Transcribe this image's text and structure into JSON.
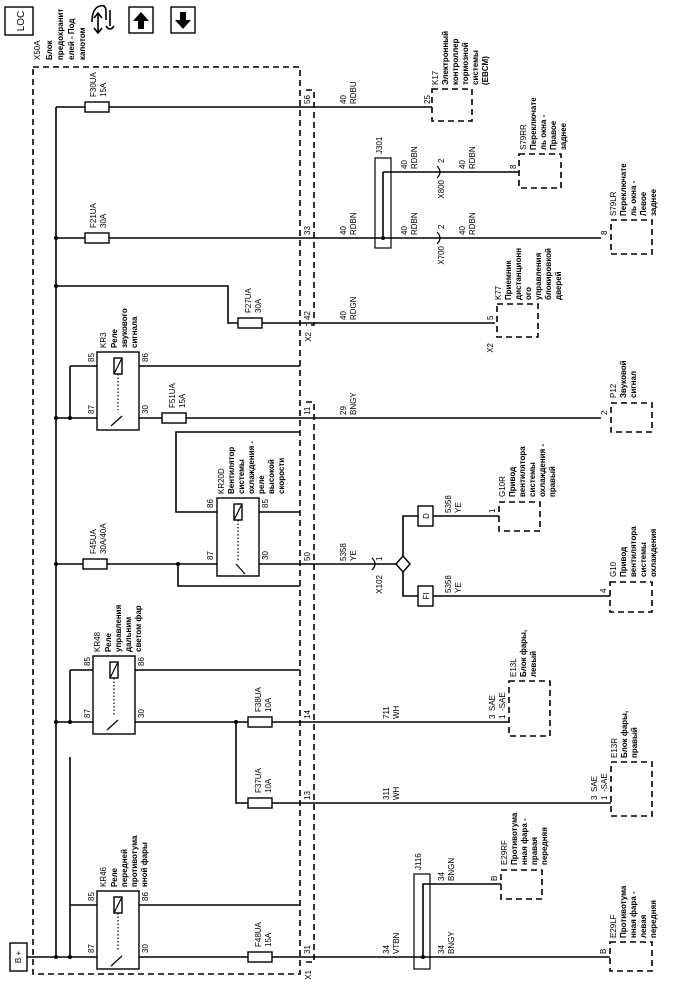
{
  "toolbar": {
    "loc_label": "LOC",
    "buttons": [
      {
        "name": "connector-view",
        "icon": "connector-arrows-icon"
      },
      {
        "name": "page-up",
        "icon": "arrow-up-icon"
      },
      {
        "name": "page-down",
        "icon": "arrow-down-icon"
      }
    ]
  },
  "fuse_block": {
    "id": "X50A",
    "title_lines": [
      "Блок",
      "предохранит",
      "елей - Под",
      "капотом"
    ],
    "connectors": {
      "x1": "X1",
      "x2": "X2"
    },
    "battery": "B +"
  },
  "fuses": [
    {
      "id": "F30UA",
      "rating": "15A"
    },
    {
      "id": "F21UA",
      "rating": "30A"
    },
    {
      "id": "F27UA",
      "rating": "30A"
    },
    {
      "id": "F51UA",
      "rating": "15A"
    },
    {
      "id": "F45UA",
      "rating": "30A/40A"
    },
    {
      "id": "F38UA",
      "rating": "10A"
    },
    {
      "id": "F37UA",
      "rating": "10A"
    },
    {
      "id": "F48UA",
      "rating": "15A"
    }
  ],
  "relays": [
    {
      "id": "KR3",
      "title_lines": [
        "Реле",
        "звукового",
        "сигнала"
      ],
      "pins": {
        "p85": "85",
        "p86": "86",
        "p87": "87",
        "p30": "30"
      }
    },
    {
      "id": "KR20D",
      "title_lines": [
        "Вентилятор",
        "системы",
        "охлаждения -",
        "реле",
        "высокой",
        "скорости"
      ],
      "pins": {
        "p85": "85",
        "p86": "86",
        "p87": "87",
        "p30": "30"
      }
    },
    {
      "id": "KR48",
      "title_lines": [
        "Реле",
        "управления",
        "дальним",
        "светом фар"
      ],
      "pins": {
        "p85": "85",
        "p86": "86",
        "p87": "87",
        "p30": "30"
      }
    },
    {
      "id": "KR46",
      "title_lines": [
        "Реле",
        "передней",
        "противотума",
        "нной фары"
      ],
      "pins": {
        "p85": "85",
        "p86": "86",
        "p87": "87",
        "p30": "30"
      }
    }
  ],
  "pins_block": [
    "56",
    "33",
    "42",
    "11",
    "50",
    "14",
    "13",
    "31"
  ],
  "wires": [
    {
      "gauge": "40",
      "color": "RDBU"
    },
    {
      "gauge": "40",
      "color": "RDBN"
    },
    {
      "gauge": "40",
      "color": "RDGN"
    },
    {
      "gauge": "29",
      "color": "BNGY"
    },
    {
      "gauge": "5358",
      "color": "YE"
    },
    {
      "gauge": "711",
      "color": "WH"
    },
    {
      "gauge": "311",
      "color": "WH"
    },
    {
      "gauge": "34",
      "color": "VTBN"
    }
  ],
  "splices": {
    "j301": {
      "id": "J301",
      "w_in": {
        "gauge": "40",
        "color": "RDBN"
      },
      "w_upper": {
        "gauge": "40",
        "color": "RDBN"
      },
      "w_lower": {
        "gauge": "40",
        "color": "RDBN"
      }
    },
    "j116": {
      "id": "J116",
      "w_upper": {
        "gauge": "34",
        "color": "BNGN"
      },
      "w_lower": {
        "gauge": "34",
        "color": "BNGY"
      }
    }
  },
  "inline_connectors": {
    "x800": {
      "id": "X800",
      "pin": "2",
      "wire": {
        "gauge": "40",
        "color": "RDBN"
      }
    },
    "x700": {
      "id": "X700",
      "pin": "2",
      "wire": {
        "gauge": "40",
        "color": "RDBN"
      }
    },
    "x102": {
      "id": "X102",
      "pin": "1"
    }
  },
  "options": {
    "d": {
      "label": "D",
      "wire": {
        "gauge": "5358",
        "color": "YE"
      }
    },
    "fi": {
      "label": "FI",
      "wire": {
        "gauge": "5358",
        "color": "YE"
      }
    }
  },
  "components": [
    {
      "id": "K17",
      "pin": "25",
      "title_lines": [
        "Электронный",
        "контроллер",
        "тормозной",
        "системы",
        "(EBCM)"
      ]
    },
    {
      "id": "S79RR",
      "pin": "8",
      "title_lines": [
        "Переключате",
        "ль окна -",
        "Правое",
        "заднее"
      ]
    },
    {
      "id": "S79LR",
      "pin": "8",
      "title_lines": [
        "Переключате",
        "ль окна -",
        "Левое",
        "заднее"
      ]
    },
    {
      "id": "K77",
      "pin": "5",
      "conn": "X2",
      "title_lines": [
        "Приемник",
        "дистанционн",
        "ого",
        "управления",
        "блокировкой",
        "дверей"
      ]
    },
    {
      "id": "P12",
      "pin": "2",
      "title_lines": [
        "Звуковой",
        "сигнал"
      ]
    },
    {
      "id": "G10R",
      "pin": "1",
      "title_lines": [
        "Привод",
        "вентилятора",
        "системы",
        "охлаждения -",
        "правый"
      ]
    },
    {
      "id": "G10",
      "pin": "4",
      "title_lines": [
        "Привод",
        "вентилятора",
        "системы",
        "охлаждения"
      ]
    },
    {
      "id": "E13L",
      "pin_a": "3",
      "pin_a_lbl": "SAE",
      "pin_b": "1",
      "pin_b_lbl": "-SAE",
      "title_lines": [
        "Блок фары,",
        "левый"
      ]
    },
    {
      "id": "E13R",
      "pin_a": "3",
      "pin_a_lbl": "SAE",
      "pin_b": "1",
      "pin_b_lbl": "-SAE",
      "title_lines": [
        "Блок фары,",
        "правый"
      ]
    },
    {
      "id": "E29RF",
      "pin": "B",
      "title_lines": [
        "Противотума",
        "нная фара -",
        "правая",
        "передняя"
      ]
    },
    {
      "id": "E29LF",
      "pin": "B",
      "title_lines": [
        "Противотума",
        "нная фара -",
        "левая",
        "передняя"
      ]
    }
  ]
}
